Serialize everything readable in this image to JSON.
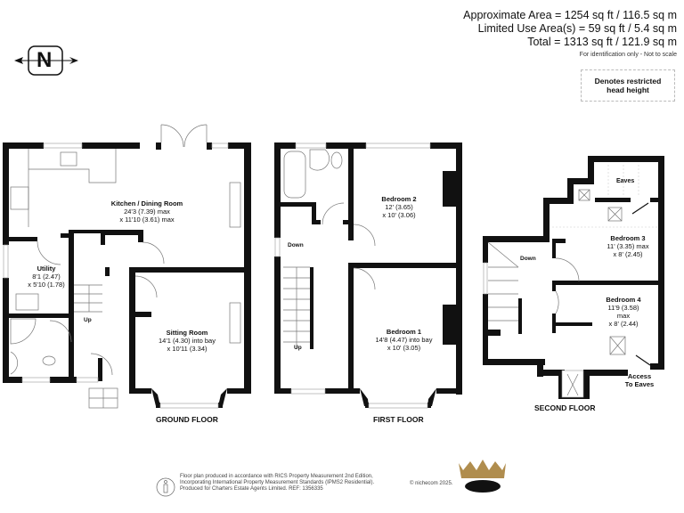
{
  "header": {
    "approximate_area": "Approximate Area = 1254 sq ft / 116.5 sq m",
    "limited_use_area": "Limited Use Area(s) = 59 sq ft / 5.4 sq m",
    "total": "Total = 1313 sq ft / 121.9 sq m",
    "note": "For identification only - Not to scale"
  },
  "legend": {
    "label": "Denotes restricted head height"
  },
  "compass": {
    "label": "N",
    "icon": "north-arrow-icon"
  },
  "floors": {
    "ground": {
      "label": "GROUND FLOOR",
      "rooms": [
        {
          "name": "Kitchen / Dining Room",
          "dim1": "24'3 (7.39) max",
          "dim2": "x 11'10 (3.61) max"
        },
        {
          "name": "Utility",
          "dim1": "8'1 (2.47)",
          "dim2": "x 5'10 (1.78)"
        },
        {
          "name": "Sitting Room",
          "dim1": "14'1 (4.30) into bay",
          "dim2": "x 10'11 (3.34)"
        }
      ],
      "stairs_label": "Up"
    },
    "first": {
      "label": "FIRST FLOOR",
      "rooms": [
        {
          "name": "Bedroom 2",
          "dim1": "12' (3.65)",
          "dim2": "x 10' (3.06)"
        },
        {
          "name": "Bedroom 1",
          "dim1": "14'8 (4.47) into bay",
          "dim2": "x 10' (3.05)"
        }
      ],
      "stairs_down": "Down",
      "stairs_up": "Up"
    },
    "second": {
      "label": "SECOND FLOOR",
      "rooms": [
        {
          "name": "Eaves"
        },
        {
          "name": "Bedroom 3",
          "dim1": "11' (3.35) max",
          "dim2": "x 8' (2.45)"
        },
        {
          "name": "Bedroom 4",
          "dim1": "11'9 (3.58)",
          "dim2": "max",
          "dim3": "x 8' (2.44)"
        }
      ],
      "stairs_down": "Down",
      "access": "Access",
      "access2": "To Eaves"
    }
  },
  "footer": {
    "line1": "Floor plan produced in accordance with RICS Property Measurement 2nd Edition,",
    "line2": "Incorporating International Property Measurement Standards (IPMS2 Residential).",
    "line3": "Produced for Charters Estate Agents Limited.   REF: 1356335",
    "copyright": "© nichecom 2025.",
    "colors": {
      "crown_gold": "#b08d4e",
      "crown_black": "#111111"
    }
  }
}
